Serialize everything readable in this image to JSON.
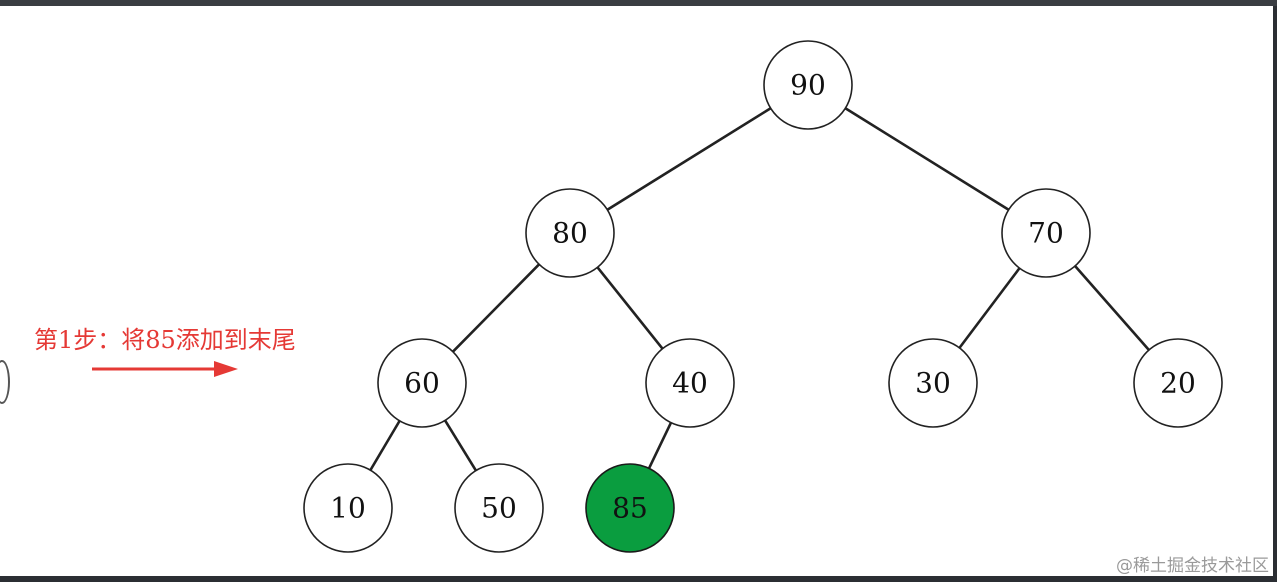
{
  "annotation": {
    "step_text": "第1步：将85添加到末尾",
    "color": "#e53935"
  },
  "tree": {
    "nodes": [
      {
        "id": "n90",
        "label": "90"
      },
      {
        "id": "n80",
        "label": "80"
      },
      {
        "id": "n70",
        "label": "70"
      },
      {
        "id": "n60",
        "label": "60"
      },
      {
        "id": "n40",
        "label": "40"
      },
      {
        "id": "n30",
        "label": "30"
      },
      {
        "id": "n20",
        "label": "20"
      },
      {
        "id": "n10",
        "label": "10"
      },
      {
        "id": "n50",
        "label": "50"
      },
      {
        "id": "n85",
        "label": "85",
        "highlight": true
      }
    ],
    "edges": [
      [
        "n90",
        "n80"
      ],
      [
        "n90",
        "n70"
      ],
      [
        "n80",
        "n60"
      ],
      [
        "n80",
        "n40"
      ],
      [
        "n70",
        "n30"
      ],
      [
        "n70",
        "n20"
      ],
      [
        "n60",
        "n10"
      ],
      [
        "n60",
        "n50"
      ],
      [
        "n40",
        "n85"
      ]
    ],
    "highlight_color": "#0a9d3f"
  },
  "watermark": "@稀土掘金技术社区"
}
